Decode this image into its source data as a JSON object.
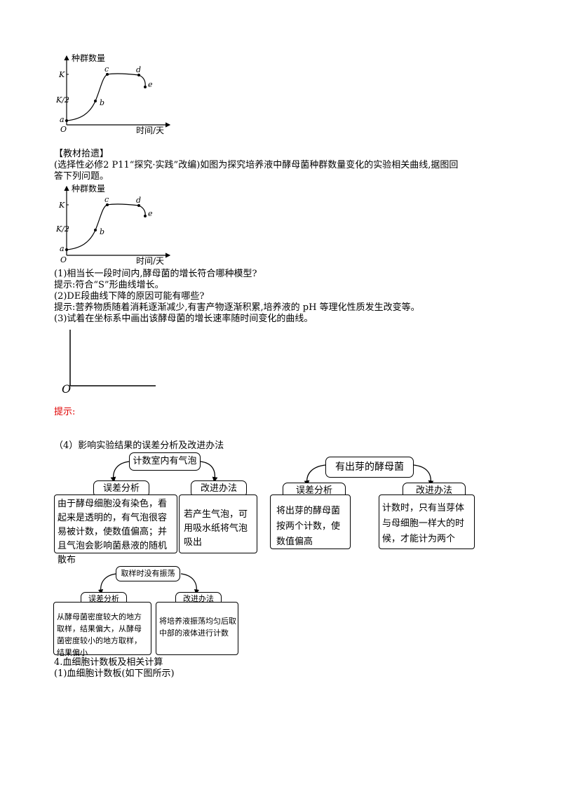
{
  "charts": [
    {
      "type": "line",
      "ylabel": "种群数量",
      "xlabel": "时间/天",
      "origin": "O",
      "y_ticks": [
        "K",
        "K/2"
      ],
      "points": [
        {
          "name": "a",
          "x": 0,
          "y": 0
        },
        {
          "name": "b",
          "x": 0.37,
          "y": 0.5
        },
        {
          "name": "c",
          "x": 0.55,
          "y": 1.0
        },
        {
          "name": "d",
          "x": 0.87,
          "y": 1.0
        },
        {
          "name": "e",
          "x": 1.0,
          "y": 0.76
        }
      ]
    }
  ],
  "chart_data": [
    {
      "type": "line",
      "title": "",
      "xlabel": "时间/天",
      "ylabel": "种群数量",
      "y_ticks": [
        "K",
        "K/2"
      ],
      "x": [
        "a",
        "b",
        "c",
        "d",
        "e"
      ],
      "y_fraction_of_K": [
        0.0,
        0.5,
        1.0,
        1.0,
        0.76
      ]
    },
    {
      "type": "line",
      "title": "",
      "xlabel": "时间/天",
      "ylabel": "种群数量",
      "y_ticks": [
        "K",
        "K/2"
      ],
      "x": [
        "a",
        "b",
        "c",
        "d",
        "e"
      ],
      "y_fraction_of_K": [
        0.0,
        0.5,
        1.0,
        1.0,
        0.76
      ]
    }
  ],
  "section_title": "【教材拾遗】",
  "intro_line1": "(选择性必修2 P11“探究·实践”改编)如图为探究培养液中酵母菌种群数量变化的实验相关曲线,据图回",
  "intro_line2": "答下列问题。",
  "q1": "(1)相当长一段时间内,酵母菌的增长符合哪种模型?",
  "a1": "提示:符合“S”形曲线增长。",
  "q2": "(2)DE段曲线下降的原因可能有哪些?",
  "a2": "提示:营养物质随着消耗逐渐减少,有害产物逐渐积累,培养液的 pH 等理化性质发生改变等。",
  "q3": "(3)试着在坐标系中画出该酵母菌的增长速率随时间变化的曲线。",
  "blank_axis_origin": "O",
  "hint_red": "提示:",
  "section4": "（4）影响实验结果的误差分析及改进办法",
  "diagram1": {
    "top": "计数室内有气泡",
    "left_label": "误差分析",
    "right_label": "改进办法",
    "left_text": "由于酵母细胞没有染色，看起来是透明的，有气泡很容易被计数，使数值偏高；并且气泡会影响菌悬液的随机散布",
    "right_text": "若产生气泡，可用吸水纸将气泡吸出"
  },
  "diagram2": {
    "top": "有出芽的酵母菌",
    "left_label": "误差分析",
    "right_label": "改进办法",
    "left_text": "将出芽的酵母菌按两个计数，使数值偏高",
    "right_text": "计数时，只有当芽体与母细胞一样大的时候，才能计为两个"
  },
  "diagram3": {
    "top": "取样时没有振荡",
    "left_label": "误差分析",
    "right_label": "改进办法",
    "left_text": "从酵母菌密度较大的地方取样，结果偏大，从酵母菌密度较小的地方取样，结果偏小",
    "right_text": "将培养液振荡均匀后取中部的液体进行计数"
  },
  "heading4": "4.血细胞计数板及相关计算",
  "sub1": "(1)血细胞计数板(如下图所示)"
}
